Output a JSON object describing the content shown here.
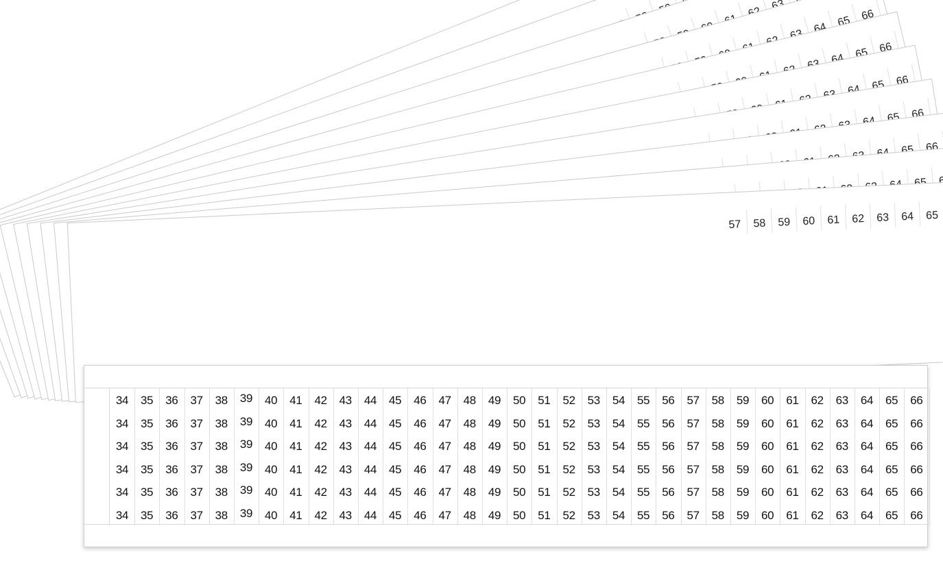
{
  "product": {
    "sheet_count": 11,
    "front_sheet": {
      "rows": 6,
      "numbers": [
        "34",
        "35",
        "36",
        "37",
        "38",
        "39",
        "40",
        "41",
        "42",
        "43",
        "44",
        "45",
        "46",
        "47",
        "48",
        "49",
        "50",
        "51",
        "52",
        "53",
        "54",
        "55",
        "56",
        "57",
        "58",
        "59",
        "60",
        "61",
        "62",
        "63",
        "64",
        "65",
        "66"
      ]
    },
    "background_sheets": {
      "visible_numbers": [
        "57",
        "58",
        "59",
        "60",
        "61",
        "62",
        "63",
        "64",
        "65",
        "66"
      ]
    }
  }
}
